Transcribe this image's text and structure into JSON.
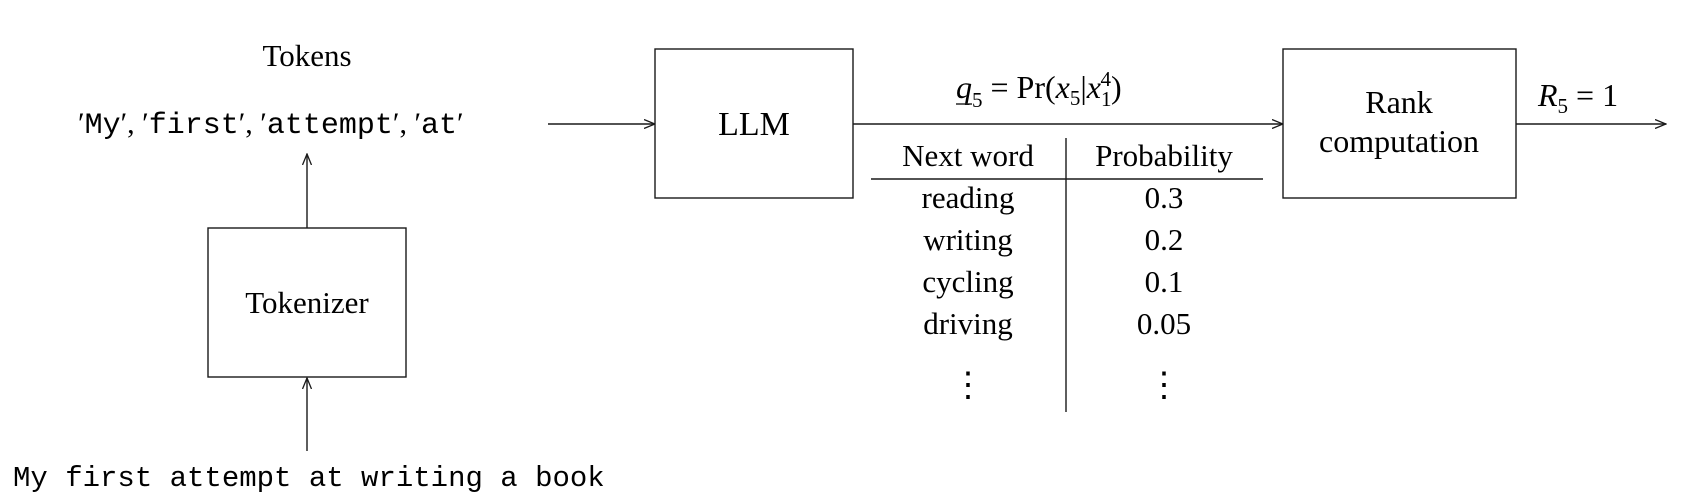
{
  "tokens_heading": "Tokens",
  "tokens": {
    "t1": "My",
    "t2": "first",
    "t3": "attempt",
    "t4": "at"
  },
  "input_sentence": "My first attempt at writing a book",
  "tokenizer_label": "Tokenizer",
  "llm_label": "LLM",
  "rank_box": {
    "line1": "Rank",
    "line2": "computation"
  },
  "q_formula": {
    "q": "q",
    "q_sub": "5",
    "equals_pr": " = Pr(",
    "x": "x",
    "x_sub": "5",
    "bar": "|",
    "x2": "x",
    "x2_sub": "1",
    "x2_sup": "4",
    "close": ")"
  },
  "rank_output": {
    "R": "R",
    "R_sub": "5",
    "equals": " = 1"
  },
  "prob_table": {
    "headers": [
      "Next word",
      "Probability"
    ],
    "rows": [
      [
        "reading",
        "0.3"
      ],
      [
        "writing",
        "0.2"
      ],
      [
        "cycling",
        "0.1"
      ],
      [
        "driving",
        "0.05"
      ]
    ],
    "ellipsis": "⋮"
  },
  "icons": [
    "arrow-head"
  ]
}
